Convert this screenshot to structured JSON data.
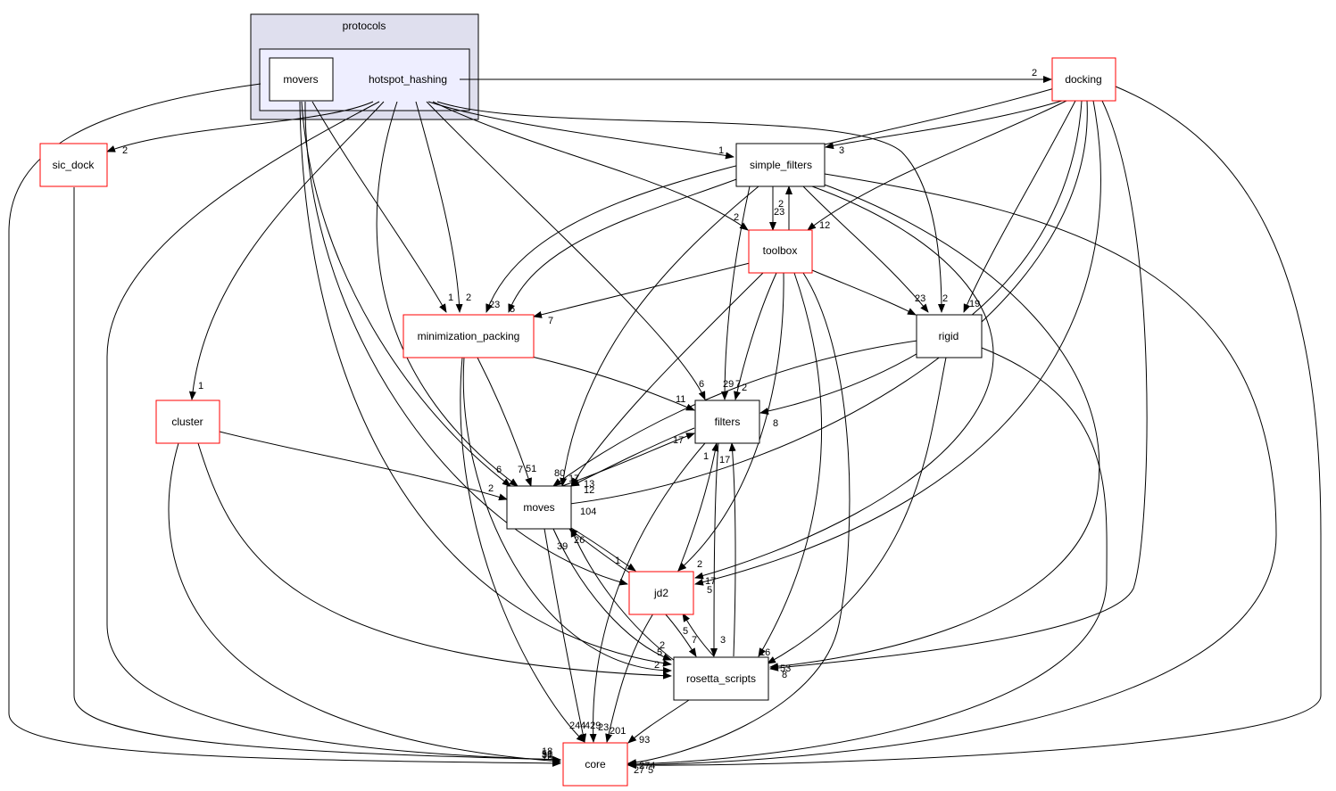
{
  "cluster": {
    "outer_label": "protocols",
    "fill_outer": "#dfdfee",
    "fill_inner": "#eeeeff"
  },
  "nodes": {
    "movers": "movers",
    "hotspot_hashing": "hotspot_hashing",
    "docking": "docking",
    "sic_dock": "sic_dock",
    "simple_filters": "simple_filters",
    "toolbox": "toolbox",
    "minimization_packing": "minimization_packing",
    "rigid": "rigid",
    "cluster": "cluster",
    "filters": "filters",
    "moves": "moves",
    "jd2": "jd2",
    "rosetta_scripts": "rosetta_scripts",
    "core": "core"
  },
  "colors": {
    "red_border": "#ff0000",
    "black_border": "#000000"
  },
  "edge_labels": [
    "2",
    "2",
    "1",
    "3",
    "12",
    "2",
    "2",
    "1",
    "23",
    "5",
    "23",
    "7",
    "2",
    "19",
    "23",
    "2",
    "1",
    "6",
    "51",
    "7",
    "80",
    "17",
    "13",
    "12",
    "104",
    "2",
    "6",
    "29",
    "7",
    "2",
    "11",
    "8",
    "17",
    "1",
    "17",
    "1",
    "26",
    "39",
    "2",
    "17",
    "5",
    "5",
    "7",
    "3",
    "16",
    "2",
    "5",
    "2",
    "53",
    "8",
    "244",
    "429",
    "23",
    "201",
    "93",
    "18",
    "16",
    "30",
    "51",
    "274",
    "27",
    "5"
  ]
}
